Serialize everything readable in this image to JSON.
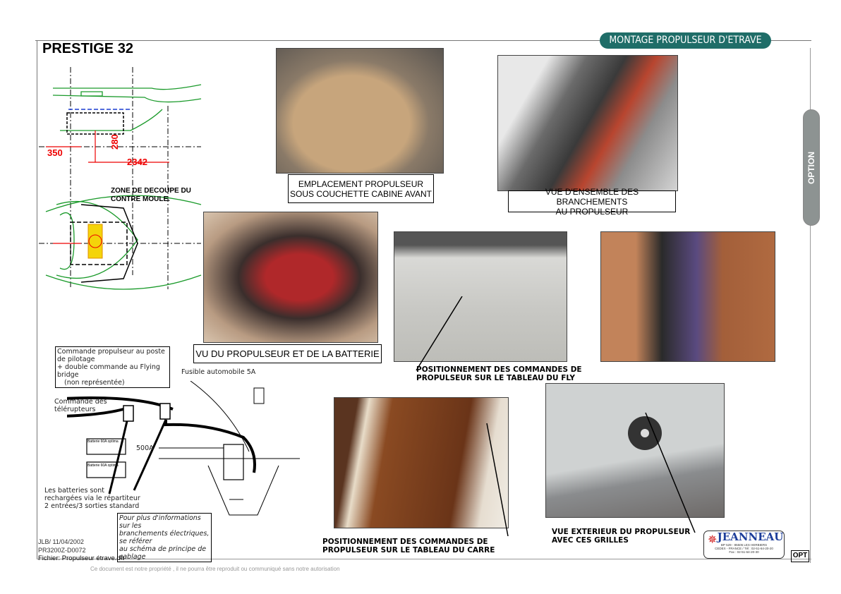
{
  "header": {
    "title": "PRESTIGE 32",
    "section": "MONTAGE PROPULSEUR D'ETRAVE",
    "side_tab": "OPTION"
  },
  "drawing": {
    "dim_350": "350",
    "dim_280": "280",
    "dim_2342": "2342",
    "zone_label_1": "ZONE DE DECOUPE DU",
    "zone_label_2": "CONTRE MOULE."
  },
  "photos": [
    {
      "caption_1": "EMPLACEMENT PROPULSEUR",
      "caption_2": "SOUS COUCHETTE CABINE AVANT"
    },
    {
      "caption_1": "VUE D'ENSEMBLE DES BRANCHEMENTS",
      "caption_2": "AU PROPULSEUR"
    },
    {
      "caption_1": "VU DU PROPULSEUR ET DE LA BATTERIE"
    },
    {
      "caption_1": "POSITIONNEMENT DES COMMANDES DE",
      "caption_2": "PROPULSEUR SUR LE TABLEAU DU FLY"
    },
    {
      "caption_1": ""
    },
    {
      "caption_1": "POSITIONNEMENT DES COMMANDES DE",
      "caption_2": "PROPULSEUR SUR LE TABLEAU DU CARRE"
    },
    {
      "caption_1": "VUE EXTERIEUR DU PROPULSEUR",
      "caption_2": "AVEC CES GRILLES"
    }
  ],
  "wiring": {
    "note_command_1": "Commande propulseur au poste de pilotage",
    "note_command_2": "+ double commande au Flying bridge",
    "note_command_3": "(non représentée)",
    "fuse": "Fusible automobile 5A",
    "relays_1": "Commande des",
    "relays_2": "télérupteurs",
    "battery_1": "Batterie 60A optima",
    "battery_2": "Batterie 60A optima",
    "fuse_500": "500A",
    "charging_1": "Les batteries sont",
    "charging_2": "rechargées via le répartiteur",
    "charging_3": "2 entrées/3 sorties standard",
    "info_1": "Pour plus d'informations sur les",
    "info_2": "branchements électriques, se référer",
    "info_3": "au schéma de principe de cablage"
  },
  "meta": {
    "author_date": "JLB/ 11/04/2002",
    "ref": "PR3200Z-D0072",
    "file": "Fichier: Propulseur étrave.dft"
  },
  "footer": "Ce document est notre propriété , il ne pourra être reproduit ou communiqué sans notre autorisation",
  "logo": {
    "name": "JEANNEAU",
    "addr_1": "BP 529 - 85505 LES HERBIERS",
    "addr_2": "CEDEX - FRANCE / Tél : 02-51-64-20-20",
    "addr_3": "Fax : 02-51-64-20-30"
  },
  "badge": "OPT",
  "colors": {
    "header_pill": "#1f6d68",
    "tab": "#8d9392",
    "drawing_green": "#1a9a2a",
    "dim_red": "#e00000"
  }
}
